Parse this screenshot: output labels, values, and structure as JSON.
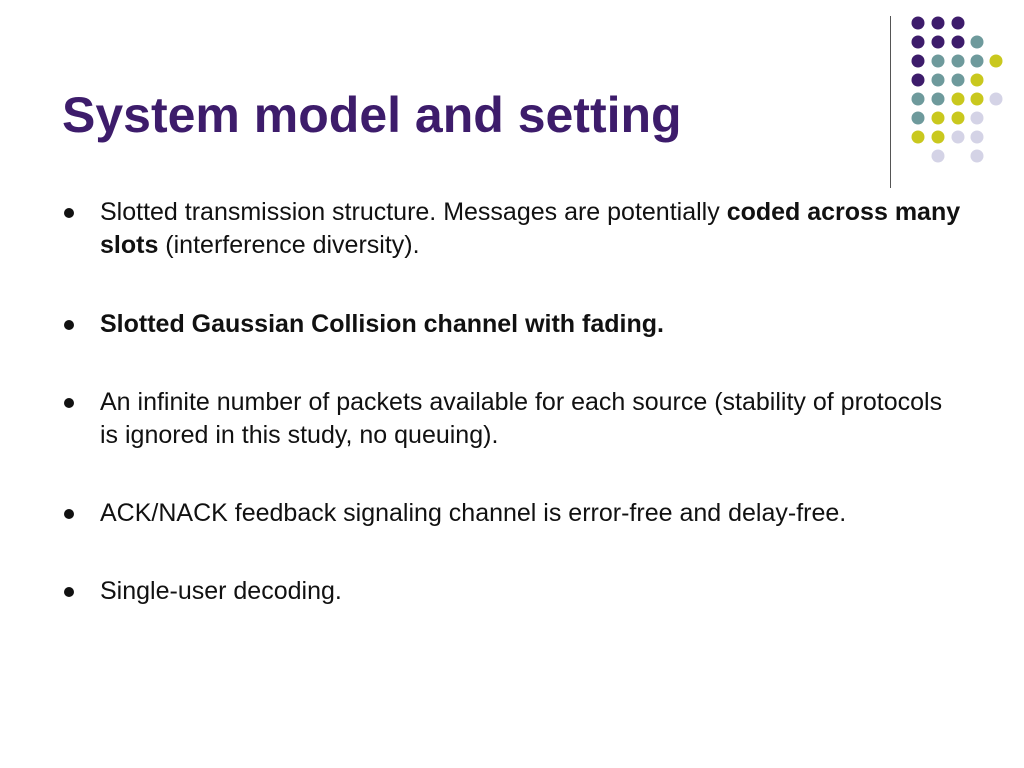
{
  "slide": {
    "title": "System model and setting",
    "bullets": [
      {
        "pre": "Slotted transmission structure. Messages are potentially ",
        "bold": "coded across many slots",
        "post": " (interference diversity)."
      },
      {
        "bold": "Slotted Gaussian Collision channel with fading."
      },
      {
        "text": "An infinite number of packets available for each source (stability of protocols is ignored in this study, no queuing)."
      },
      {
        "text": "ACK/NACK feedback signaling channel is error-free and delay-free."
      },
      {
        "text": "Single-user decoding."
      }
    ]
  },
  "theme": {
    "title_color": "#3d1c6b",
    "dot_colors": [
      "#3d1c6b",
      "#6e9a9c",
      "#c9c81e",
      "#d4d3e6"
    ]
  }
}
